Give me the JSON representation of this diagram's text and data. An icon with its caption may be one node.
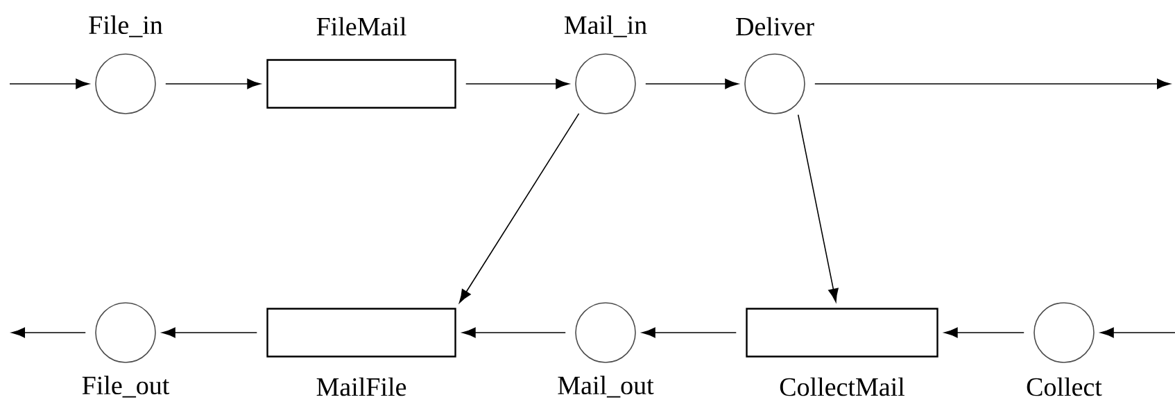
{
  "diagram": {
    "nodes": [
      {
        "text": [
          "File_in"
        ]
      },
      {
        "text": [
          "FileMail"
        ]
      },
      {
        "text": [
          "Mail_in"
        ]
      },
      {
        "text": [
          "Deliver"
        ]
      },
      {
        "text": [
          "File_out"
        ]
      },
      {
        "text": [
          "MailFile"
        ]
      },
      {
        "text": [
          "Mail_out"
        ]
      },
      {
        "text": [
          "CollectMail"
        ]
      },
      {
        "text": [
          "Collect"
        ]
      }
    ],
    "edges": [
      {
        "from": null,
        "to": 0,
        "arrow": "to"
      },
      {
        "from": 0,
        "to": 1,
        "arrow": "to"
      },
      {
        "from": 1,
        "to": 2,
        "arrow": "to"
      },
      {
        "from": 2,
        "to": 3,
        "arrow": "to"
      },
      {
        "from": 3,
        "to": null,
        "arrow": "to"
      },
      {
        "from": 2,
        "to": 5,
        "arrow": "to"
      },
      {
        "from": 3,
        "to": 7,
        "arrow": "to"
      },
      {
        "from": null,
        "to": 8,
        "arrow": "to"
      },
      {
        "from": 8,
        "to": 7,
        "arrow": "to"
      },
      {
        "from": 7,
        "to": 6,
        "arrow": "to"
      },
      {
        "from": 6,
        "to": 5,
        "arrow": "to"
      },
      {
        "from": 5,
        "to": 4,
        "arrow": "to"
      },
      {
        "from": 4,
        "to": null,
        "arrow": "to"
      }
    ]
  }
}
